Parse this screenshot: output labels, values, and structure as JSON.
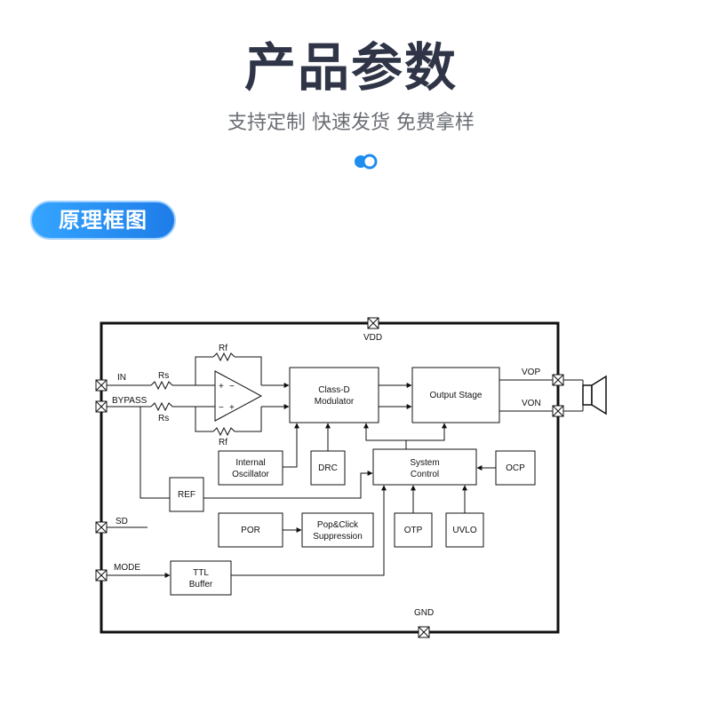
{
  "header": {
    "title": "产品参数",
    "subtitle": "支持定制 快速发货 免费拿样"
  },
  "section": {
    "badge": "原理框图"
  },
  "colors": {
    "accent": "#1f8cf0",
    "title": "#2f3447"
  },
  "diagram": {
    "pins": {
      "vdd": "VDD",
      "gnd": "GND",
      "in": "IN",
      "bypass": "BYPASS",
      "sd": "SD",
      "mode": "MODE",
      "vop": "VOP",
      "von": "VON"
    },
    "resistors": {
      "rf_top": "Rf",
      "rf_bottom": "Rf",
      "rs_top": "Rs",
      "rs_bottom": "Rs"
    },
    "opamp": {
      "plus_top": "+",
      "minus_top": "−",
      "minus_bottom": "−",
      "plus_bottom": "+"
    },
    "blocks": {
      "class_d_1": "Class-D",
      "class_d_2": "Modulator",
      "output_stage": "Output Stage",
      "osc_1": "Internal",
      "osc_2": "Oscillator",
      "drc": "DRC",
      "sysctrl_1": "System",
      "sysctrl_2": "Control",
      "ocp": "OCP",
      "ref": "REF",
      "por": "POR",
      "pop_1": "Pop&Click",
      "pop_2": "Suppression",
      "otp": "OTP",
      "uvlo": "UVLO",
      "ttl_1": "TTL",
      "ttl_2": "Buffer"
    }
  }
}
